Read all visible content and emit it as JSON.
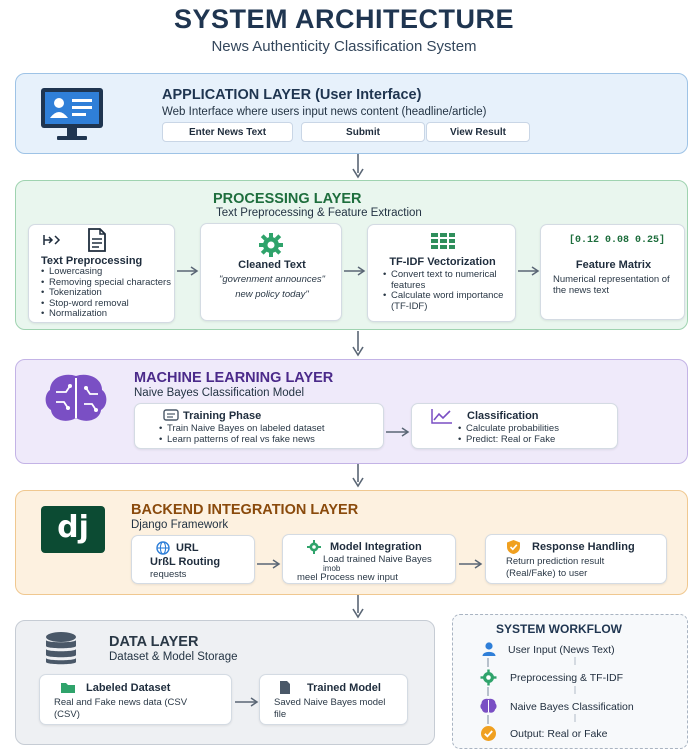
{
  "header": {
    "title": "SYSTEM ARCHITECTURE",
    "subtitle": "News Authenticity Classification System"
  },
  "application_layer": {
    "title": "APPLICATION LAYER (User Interface)",
    "subtitle": "Web Interface where users input news content (headline/article)",
    "buttons": [
      "Enter News Text",
      "Submit",
      "View Result"
    ]
  },
  "processing_layer": {
    "title": "PROCESSING LAYER",
    "subtitle": "Text Preprocessing & Feature Extraction",
    "preprocessing": {
      "title": "Text Preprocessing",
      "items": [
        "Lowercasing",
        "Removing special characters",
        "Tokenization",
        "Stop-word removal",
        "Normalization"
      ]
    },
    "cleaned": {
      "title": "Cleaned Text",
      "example_line1": "\"govrenment announces\"",
      "example_line2": "new policy today\""
    },
    "tfidf": {
      "title": "TF-IDF Vectorization",
      "items": [
        "Convert text to numerical features",
        "Calculate word importance (TF-IDF)"
      ]
    },
    "matrix": {
      "badge": "[0.12 0.08 0.25]",
      "title": "Feature Matrix",
      "desc": "Numerical representation of the news text"
    }
  },
  "ml_layer": {
    "title": "MACHINE LEARNING LAYER",
    "subtitle": "Naive Bayes Classification Model",
    "training": {
      "title": "Training Phase",
      "items": [
        "Train Naive Bayes on labeled dataset",
        "Learn patterns of real vs fake news"
      ]
    },
    "classification": {
      "title": "Classification",
      "items": [
        "Calculate probabilities",
        "Predict: Real or Fake"
      ]
    }
  },
  "backend_layer": {
    "title": "BACKEND INTEGRATION LAYER",
    "subtitle": "Django Framework",
    "logo_text": "dj",
    "url": {
      "title": "URL",
      "subtitle": "UrßL Routing",
      "desc": "requests"
    },
    "model": {
      "title": "Model Integration",
      "line1": "Load trained Naive Bayes",
      "line2": "imob",
      "line3": "meel Process new input"
    },
    "response": {
      "title": "Response Handling",
      "line1": "Return prediction result",
      "line2": "(Real/Fake) to user"
    }
  },
  "data_layer": {
    "title": "DATA LAYER",
    "subtitle": "Dataset & Model Storage",
    "labeled": {
      "title": "Labeled Dataset",
      "line1": "Real and Fake news data (CSV",
      "line2": "(CSV)"
    },
    "trained": {
      "title": "Trained Model",
      "line1": "Saved Naive Bayes model",
      "line2": "file"
    }
  },
  "workflow": {
    "title": "SYSTEM WORKFLOW",
    "steps": [
      "User Input (News Text)",
      "Preprocessing & TF-IDF",
      "Naive Bayes Classification",
      "Output: Real or Fake"
    ]
  },
  "colors": {
    "app_bg": "#e7f1fb",
    "app_border": "#9ec3e6",
    "proc_bg": "#e9f6ee",
    "proc_border": "#9fd3b0",
    "ml_bg": "#efeafa",
    "ml_border": "#c3b3e6",
    "backend_bg": "#fdf1e0",
    "backend_border": "#f0c890",
    "data_bg": "#eef0f3",
    "data_border": "#c6ccd4",
    "django_green": "#0c4b33"
  }
}
